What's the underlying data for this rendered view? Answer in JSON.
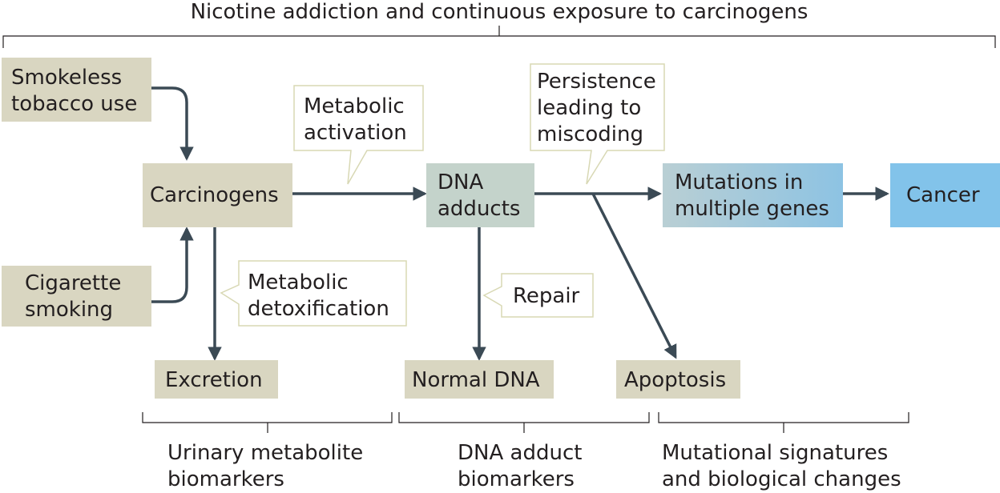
{
  "title": "Nicotine addiction and continuous exposure to carcinogens",
  "colors": {
    "tan": "#d9d6c1",
    "dna": "#c4d3cb",
    "mutation_start": "#b9cfd4",
    "mutation_end": "#8dc3e3",
    "cancer": "#82c3ea",
    "arrow": "#3b4a55",
    "callout_border": "#d8d8b4"
  },
  "nodes": {
    "smokeless": [
      "Smokeless",
      "tobacco use"
    ],
    "cigarette": [
      "Cigarette",
      "smoking"
    ],
    "carcinogens": [
      "Carcinogens"
    ],
    "excretion": [
      "Excretion"
    ],
    "dna_adducts": [
      "DNA",
      "adducts"
    ],
    "normal_dna": [
      "Normal DNA"
    ],
    "apoptosis": [
      "Apoptosis"
    ],
    "mutations": [
      "Mutations in",
      "multiple genes"
    ],
    "cancer": [
      "Cancer"
    ]
  },
  "callouts": {
    "activation": [
      "Metabolic",
      "activation"
    ],
    "detox": [
      "Metabolic",
      "detoxification"
    ],
    "persistence": [
      "Persistence",
      "leading to",
      "miscoding"
    ],
    "repair": [
      "Repair"
    ]
  },
  "brackets": {
    "urinary": [
      "Urinary metabolite",
      "biomarkers"
    ],
    "adduct": [
      "DNA adduct",
      "biomarkers"
    ],
    "signatures": [
      "Mutational signatures",
      "and biological changes"
    ]
  }
}
